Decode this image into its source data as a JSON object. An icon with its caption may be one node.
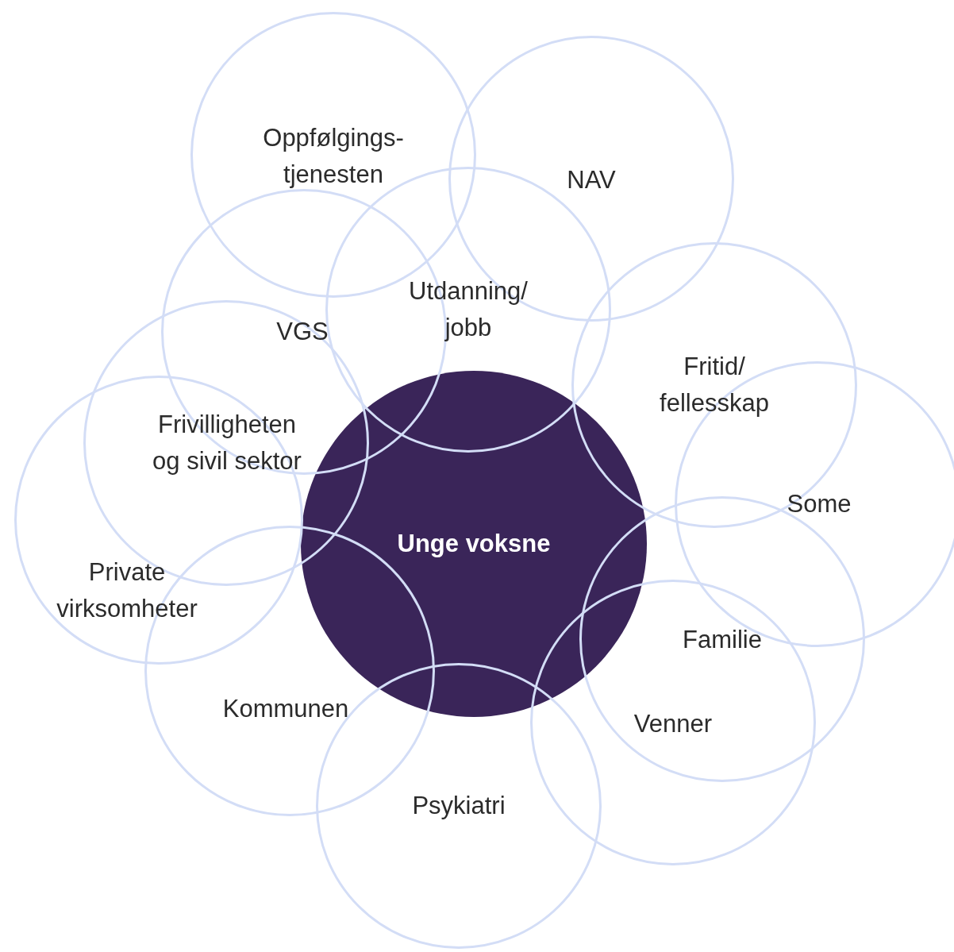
{
  "diagram": {
    "nodes": [
      {
        "text": [
          "Oppfølgings- tjenesten"
        ]
      },
      {
        "text": [
          "NAV"
        ]
      },
      {
        "text": [
          "Utdanning/ jobb"
        ]
      },
      {
        "text": [
          "VGS"
        ]
      },
      {
        "text": [
          "Fritid/ fellesskap"
        ]
      },
      {
        "text": [
          "Frivilligheten og sivil sektor"
        ]
      },
      {
        "text": [
          "Private virksomheter"
        ]
      },
      {
        "text": [
          "Some"
        ]
      },
      {
        "text": [
          "Unge voksne"
        ]
      },
      {
        "text": [
          "Familie"
        ]
      },
      {
        "text": [
          "Kommunen"
        ]
      },
      {
        "text": [
          "Venner"
        ]
      },
      {
        "text": [
          "Psykiatri"
        ]
      }
    ],
    "edges": []
  }
}
